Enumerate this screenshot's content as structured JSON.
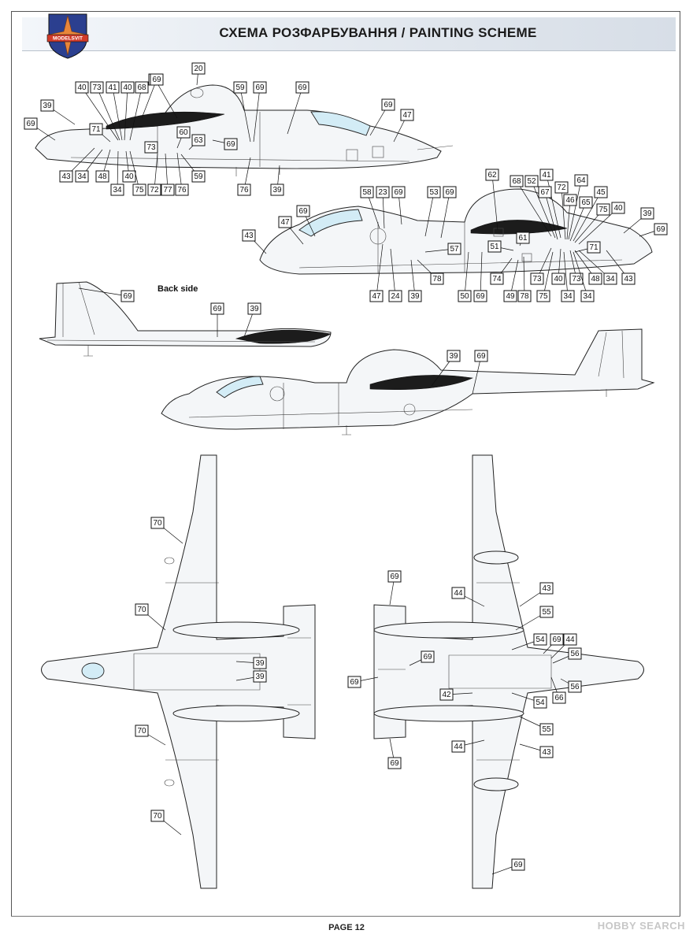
{
  "header": {
    "title": "СХЕМА РОЗФАРБУВАННЯ  / PAINTING  SCHEME",
    "logo_text": "MODELSVIT"
  },
  "labels": {
    "back_side": "Back side"
  },
  "footer": {
    "page": "PAGE 12",
    "watermark": "HOBBY SEARCH"
  },
  "callouts": {
    "side_left": [
      "20",
      "69",
      "40",
      "73",
      "41",
      "40",
      "68",
      "69",
      "59",
      "69",
      "69",
      "69",
      "39",
      "47",
      "69",
      "71",
      "73",
      "60",
      "63",
      "69",
      "43",
      "34",
      "48",
      "34",
      "40",
      "75",
      "72",
      "77",
      "76",
      "59",
      "76",
      "39"
    ],
    "side_right": [
      "62",
      "58",
      "23",
      "69",
      "53",
      "69",
      "68",
      "52",
      "41",
      "72",
      "64",
      "45",
      "67",
      "46",
      "65",
      "75",
      "40",
      "39",
      "69",
      "69",
      "47",
      "43",
      "61",
      "57",
      "51",
      "71",
      "73",
      "40",
      "73",
      "48",
      "34",
      "43",
      "47",
      "24",
      "39",
      "78",
      "50",
      "69",
      "74",
      "49",
      "78",
      "75",
      "34",
      "34"
    ],
    "back_side": [
      "69",
      "69",
      "39"
    ],
    "side_left_2": [
      "39",
      "69"
    ],
    "top_view": [
      "70",
      "70",
      "70",
      "70",
      "39",
      "39"
    ],
    "bottom_view": [
      "69",
      "69",
      "69",
      "69",
      "44",
      "43",
      "55",
      "54",
      "69",
      "44",
      "56",
      "42",
      "54",
      "66",
      "56",
      "55",
      "44",
      "43",
      "69"
    ]
  }
}
